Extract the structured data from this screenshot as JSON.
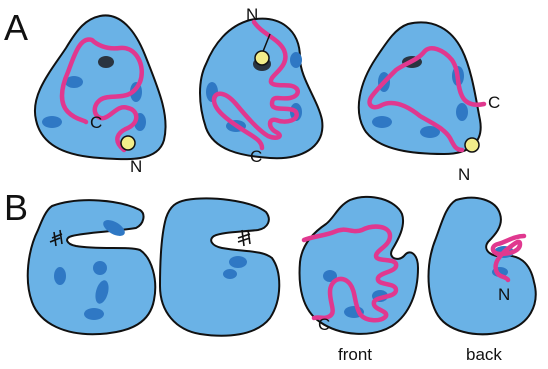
{
  "panels": {
    "a": {
      "label": "A"
    },
    "b": {
      "label": "B"
    }
  },
  "terminals": {
    "n": "N",
    "c": "C"
  },
  "captions": {
    "front": "front",
    "back": "back"
  },
  "colors": {
    "body": "#6ab2e6",
    "patch": "#2f78c4",
    "chain": "#e0388f",
    "bead": "#f2ed8a",
    "dark_spot": "#2a3440"
  }
}
